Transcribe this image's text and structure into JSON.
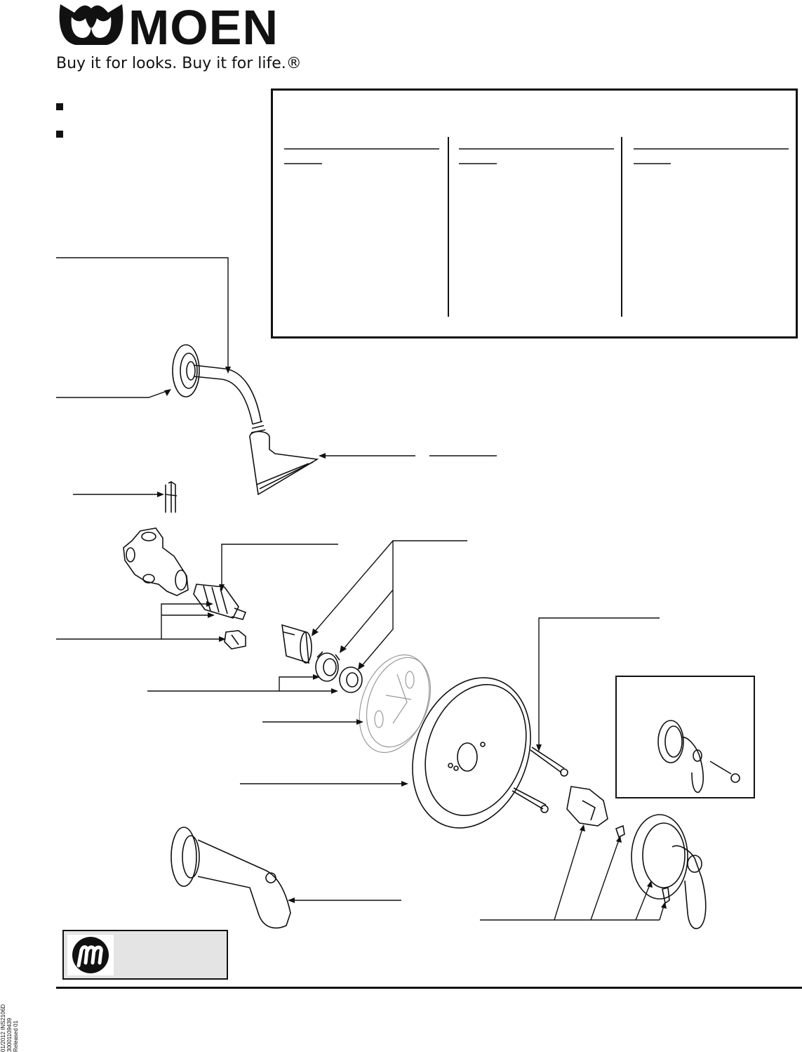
{
  "brand": {
    "wordmark": "MOEN",
    "tagline": "Buy it for looks. Buy it for life.®"
  },
  "side_code": {
    "line1": "01/2012  INS2106D  30001109439",
    "line2": "Released 01"
  },
  "colors": {
    "ink": "#111111",
    "badge_background": "#e4e4e4"
  },
  "icons": {
    "logo": "moen-logo-icon",
    "badge": "moen-m-circle-icon"
  }
}
